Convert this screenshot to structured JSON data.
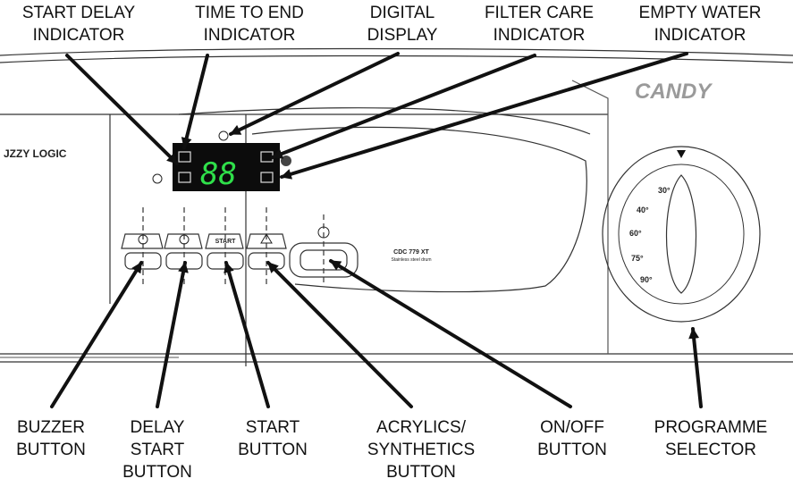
{
  "labels": {
    "start_delay_indicator": [
      "START DELAY",
      "INDICATOR"
    ],
    "time_to_end_indicator": [
      "TIME TO END",
      "INDICATOR"
    ],
    "digital_display": [
      "DIGITAL",
      "DISPLAY"
    ],
    "filter_care_indicator": [
      "FILTER CARE",
      "INDICATOR"
    ],
    "empty_water_indicator": [
      "EMPTY WATER",
      "INDICATOR"
    ],
    "buzzer_button": [
      "BUZZER",
      "BUTTON"
    ],
    "delay_start_button": [
      "DELAY",
      "START",
      "BUTTON"
    ],
    "start_button": [
      "START",
      "BUTTON"
    ],
    "acrylics_synthetics_button": [
      "ACRYLICS/",
      "SYNTHETICS",
      "BUTTON"
    ],
    "on_off_button": [
      "ON/OFF",
      "BUTTON"
    ],
    "programme_selector": [
      "PROGRAMME",
      "SELECTOR"
    ]
  },
  "panel": {
    "brand": "CANDY",
    "side_text": "JZZY LOGIC",
    "display_digits": "88",
    "start_key_text": "START",
    "model_text": "CDC 779 XT",
    "model_subtext": "Stainless steel drum",
    "dial_temps": [
      "30°",
      "40°",
      "60°",
      "75°",
      "90°"
    ]
  },
  "colors": {
    "line": "#111111",
    "display_bg": "#0c0c0c",
    "digits": "#2fe04a"
  }
}
